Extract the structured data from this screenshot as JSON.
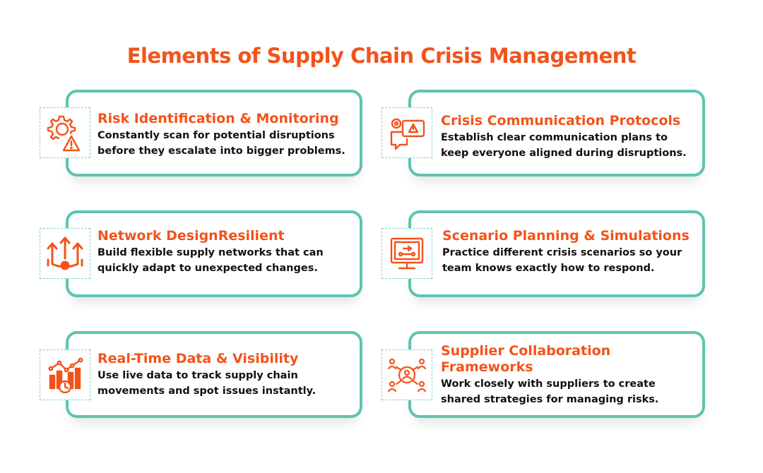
{
  "title": "Elements of Supply Chain Crisis Management",
  "colors": {
    "accent": "#f2531b",
    "border": "#5ec4b0",
    "text": "#111111"
  },
  "cards": [
    {
      "title": "Risk Identification & Monitoring",
      "description_lines": [
        "Constantly scan for potential disruptions",
        "before they escalate into bigger problems."
      ],
      "icon": "gear-warning-icon"
    },
    {
      "title": "Crisis Communication Protocols",
      "description_lines": [
        "Establish clear communication plans to",
        "keep everyone aligned during disruptions."
      ],
      "icon": "chat-alert-icon"
    },
    {
      "title": "Network DesignResilient",
      "description_lines": [
        "Build flexible supply networks that can",
        "quickly adapt to unexpected changes."
      ],
      "icon": "network-arrows-icon"
    },
    {
      "title": "Scenario Planning & Simulations",
      "description_lines": [
        "Practice different crisis scenarios so your",
        "team knows exactly how to respond."
      ],
      "icon": "monitor-simulation-icon"
    },
    {
      "title": "Real-Time Data & Visibility",
      "description_lines": [
        "Use live data to track supply chain",
        "movements and spot issues instantly."
      ],
      "icon": "chart-clock-icon"
    },
    {
      "title_lines": [
        "Supplier Collaboration",
        "Frameworks"
      ],
      "description_lines": [
        "Work closely with suppliers to create",
        "shared strategies for managing risks."
      ],
      "icon": "people-network-icon"
    }
  ]
}
